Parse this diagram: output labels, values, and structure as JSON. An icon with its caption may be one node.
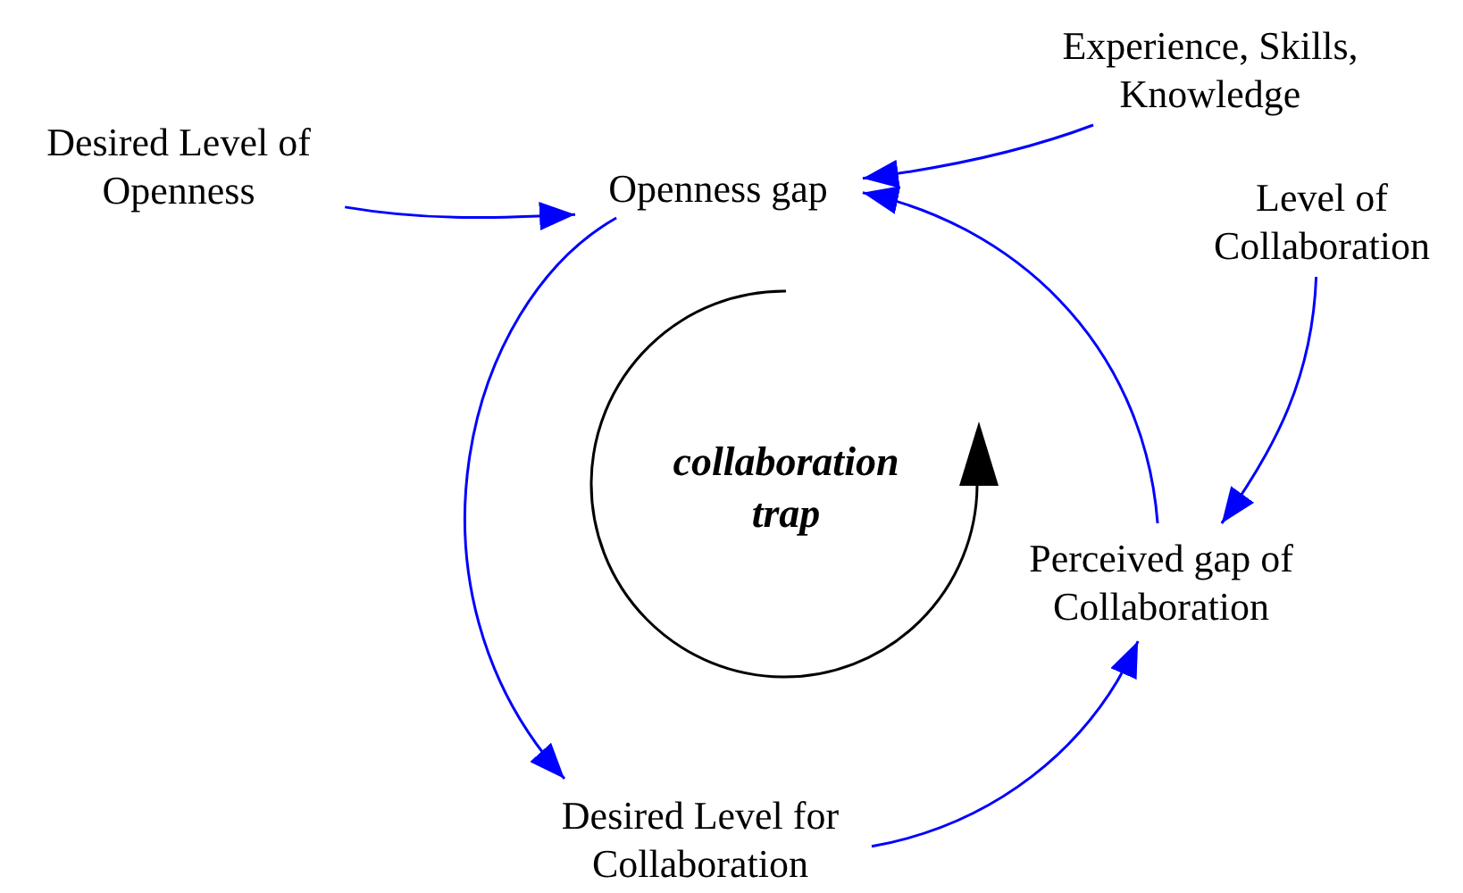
{
  "diagram": {
    "nodes": [
      {
        "text": [
          "Experience, Skills, Knowledge"
        ]
      },
      {
        "text": [
          "Desired Level of Openness"
        ]
      },
      {
        "text": [
          "Openness gap"
        ]
      },
      {
        "text": [
          "Level of Collaboration"
        ]
      },
      {
        "text": [
          "Perceived gap of Collaboration"
        ]
      },
      {
        "text": [
          "Desired Level for Collaboration"
        ]
      }
    ],
    "edges": [
      {
        "from": 1,
        "to": 2,
        "arrow": "to"
      },
      {
        "from": 0,
        "to": 2,
        "arrow": "to"
      },
      {
        "from": 4,
        "to": 2,
        "arrow": "to"
      },
      {
        "from": 3,
        "to": 4,
        "arrow": "to"
      },
      {
        "from": 2,
        "to": 5,
        "arrow": "to"
      },
      {
        "from": 5,
        "to": 4,
        "arrow": "to"
      }
    ],
    "labels": [
      "collaboration trap"
    ]
  }
}
